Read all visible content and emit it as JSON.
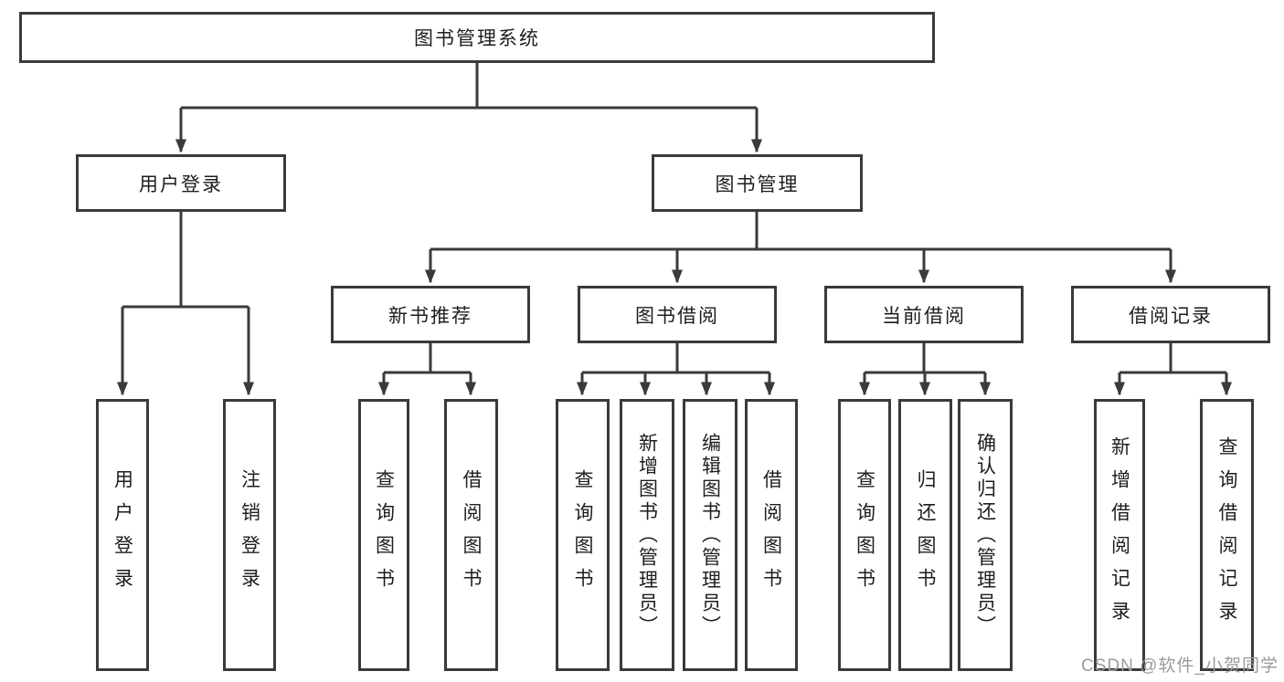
{
  "tree": {
    "root": "图书管理系统",
    "branches": [
      {
        "label": "用户登录",
        "children": [
          "用户登录",
          "注销登录"
        ]
      },
      {
        "label": "图书管理",
        "children": [
          {
            "label": "新书推荐",
            "children": [
              "查询图书",
              "借阅图书"
            ]
          },
          {
            "label": "图书借阅",
            "children": [
              "查询图书",
              "新增图书（管理员）",
              "编辑图书（管理员）",
              "借阅图书"
            ]
          },
          {
            "label": "当前借阅",
            "children": [
              "查询图书",
              "归还图书",
              "确认归还（管理员）"
            ]
          },
          {
            "label": "借阅记录",
            "children": [
              "新增借阅记录",
              "查询借阅记录"
            ]
          }
        ]
      }
    ]
  },
  "watermark": "CSDN @软件_小贺同学",
  "colors": {
    "line": "#3a3a3a",
    "text": "#1e1e1e",
    "watermark": "#9a9aa2",
    "background": "#ffffff"
  }
}
